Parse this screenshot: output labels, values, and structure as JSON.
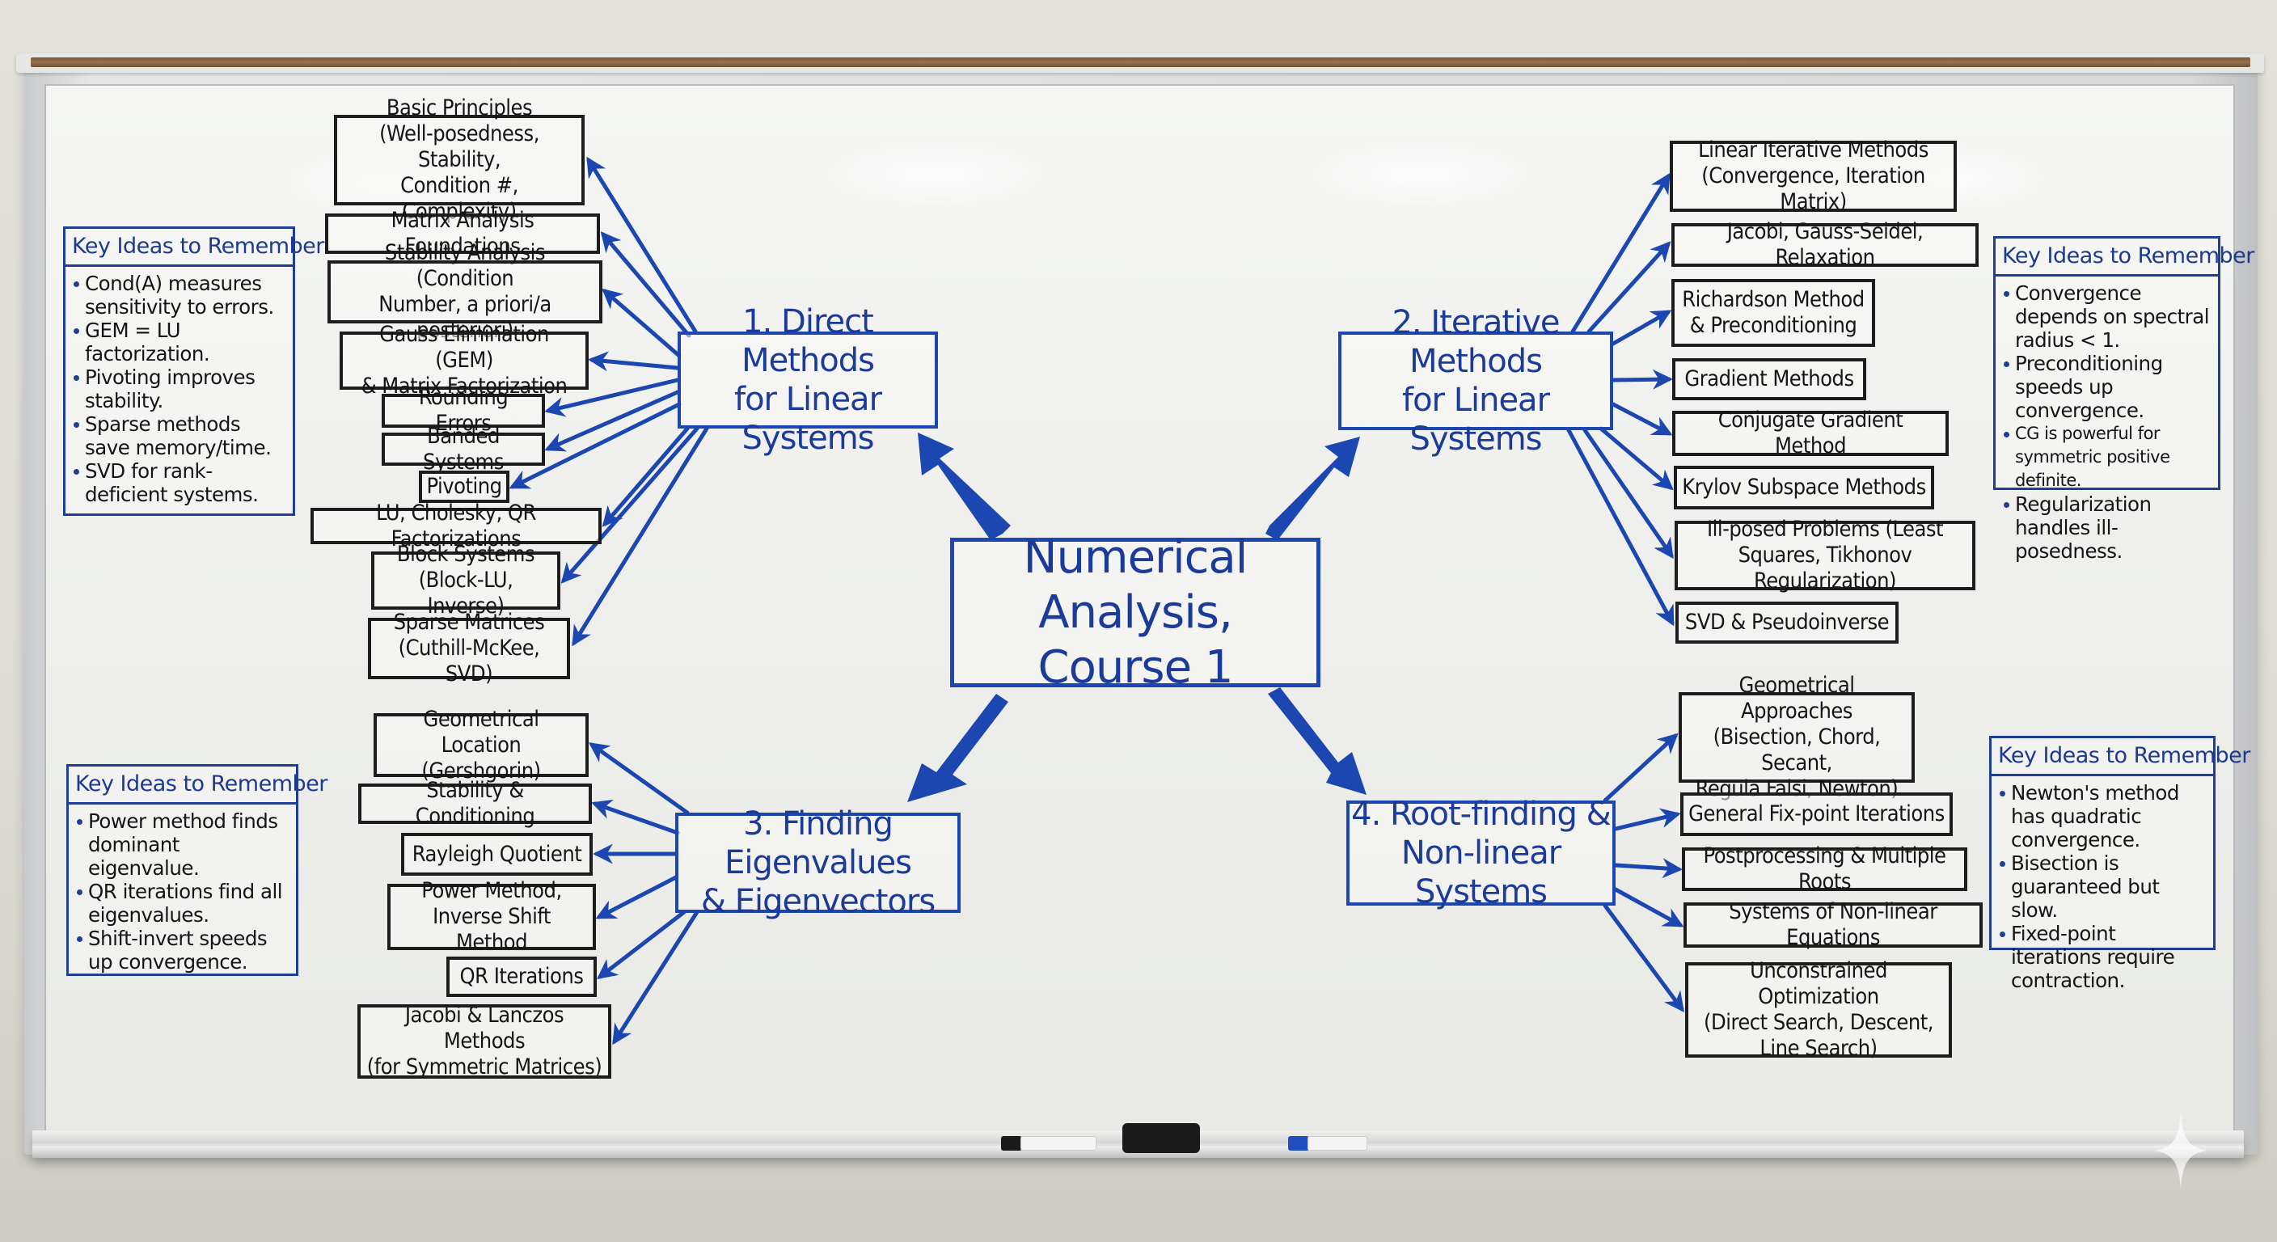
{
  "board": {
    "title": "Numerical Analysis,\nCourse 1",
    "colors": {
      "marker_blue": "#1c47b0",
      "marker_black": "#1d1d1d",
      "cork": "#7a5c3c"
    }
  },
  "sections": [
    {
      "id": "direct",
      "title": "1. Direct Methods\nfor Linear Systems",
      "topics": [
        "Basic Principles\n(Well-posedness, Stability,\nCondition #, Complexity)",
        "Matrix Analysis Foundations",
        "Stability Analysis (Condition\nNumber, a priori/a posteriori)",
        "Gauss Elimination (GEM)\n& Matrix Factorization",
        "Rounding Errors",
        "Banded Systems",
        "Pivoting",
        "LU, Cholesky, QR Factorizations",
        "Block Systems\n(Block-LU, Inverse)",
        "Sparse Matrices\n(Cuthill-McKee, SVD)"
      ],
      "key_ideas": {
        "title": "Key Ideas to Remember",
        "items": [
          "Cond(A) measures sensitivity to errors.",
          "GEM = LU factorization.",
          "Pivoting improves stability.",
          "Sparse methods save memory/time.",
          "SVD for rank-deficient systems."
        ]
      }
    },
    {
      "id": "iterative",
      "title": "2. Iterative Methods\nfor Linear Systems",
      "topics": [
        "Linear Iterative Methods\n(Convergence, Iteration Matrix)",
        "Jacobi, Gauss-Seidel, Relaxation",
        "Richardson Method\n& Preconditioning",
        "Gradient Methods",
        "Conjugate Gradient Method",
        "Krylov Subspace Methods",
        "Ill-posed Problems (Least\nSquares, Tikhonov Regularization)",
        "SVD & Pseudoinverse"
      ],
      "key_ideas": {
        "title": "Key Ideas to Remember",
        "items": [
          "Convergence depends on spectral radius < 1.",
          "Preconditioning speeds up convergence.",
          "CG is powerful for symmetric positive definite.",
          "Regularization handles ill-posedness."
        ]
      }
    },
    {
      "id": "eigen",
      "title": "3. Finding Eigenvalues\n& Eigenvectors",
      "topics": [
        "Geometrical Location\n(Gershgorin)",
        "Stability & Conditioning",
        "Rayleigh Quotient",
        "Power Method,\nInverse Shift Method",
        "QR Iterations",
        "Jacobi & Lanczos Methods\n(for Symmetric Matrices)"
      ],
      "key_ideas": {
        "title": "Key Ideas to Remember",
        "items": [
          "Power method finds dominant eigenvalue.",
          "QR iterations find all eigenvalues.",
          "Shift-invert speeds up convergence."
        ]
      }
    },
    {
      "id": "roots",
      "title": "4. Root-finding &\nNon-linear Systems",
      "topics": [
        "Geometrical Approaches\n(Bisection, Chord, Secant,\nRegula Falsi, Newton)",
        "General Fix-point Iterations",
        "Postprocessing & Multiple Roots",
        "Systems of Non-linear Equations",
        "Unconstrained Optimization\n(Direct Search, Descent,\nLine Search)"
      ],
      "key_ideas": {
        "title": "Key Ideas to Remember",
        "items": [
          "Newton's method has quadratic convergence.",
          "Bisection is guaranteed but slow.",
          "Fixed-point iterations require contraction."
        ]
      }
    }
  ],
  "tray_items": [
    {
      "name": "black-marker",
      "cap_color": "#1a1a1a"
    },
    {
      "name": "eraser",
      "color": "#1a1a1a"
    },
    {
      "name": "blue-marker",
      "cap_color": "#1d4fbf"
    }
  ]
}
